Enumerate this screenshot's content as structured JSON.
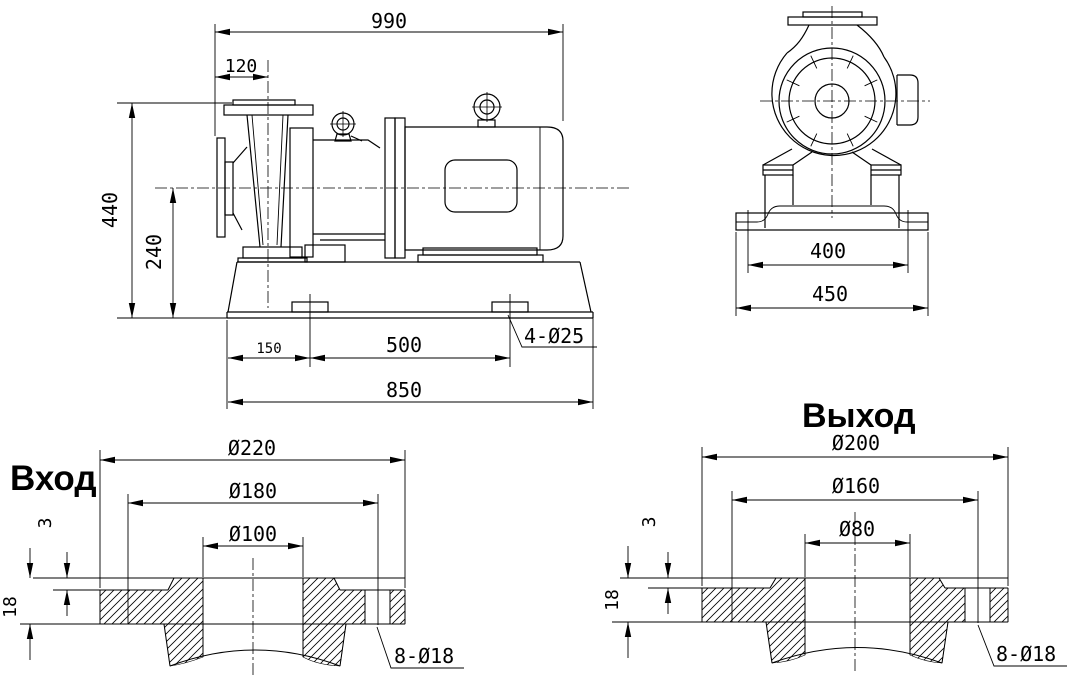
{
  "drawing": {
    "kind": "pump-outline-dimension-drawing",
    "colors": {
      "line": "#000000",
      "background": "#ffffff"
    },
    "views": {
      "side": {
        "dims": {
          "overall_length": "990",
          "inlet_offset": "120",
          "total_height": "440",
          "axis_height": "240",
          "foot_offset": "150",
          "foot_spacing": "500",
          "base_length": "850",
          "anchor_holes": "4-Ø25"
        }
      },
      "front": {
        "dims": {
          "anchor_span": "400",
          "base_width": "450"
        }
      },
      "inlet": {
        "title": "Вход",
        "dims": {
          "outer_diameter": "Ø220",
          "bolt_circle": "Ø180",
          "bore": "Ø100",
          "face_height": "3",
          "thickness": "18",
          "bolt_holes": "8-Ø18"
        }
      },
      "outlet": {
        "title": "Выход",
        "dims": {
          "outer_diameter": "Ø200",
          "bolt_circle": "Ø160",
          "bore": "Ø80",
          "face_height": "3",
          "thickness": "18",
          "bolt_holes": "8-Ø18"
        }
      }
    }
  }
}
